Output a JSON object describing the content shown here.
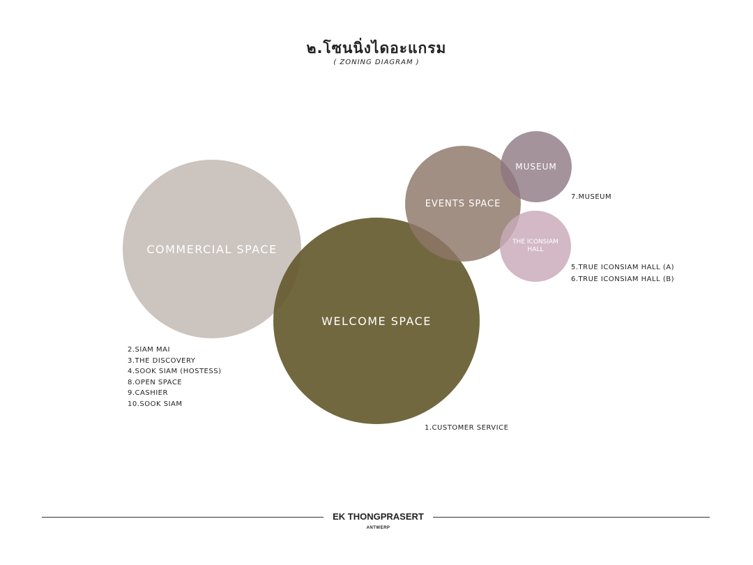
{
  "header": {
    "title": "๒.โซนนิ่งไดอะแกรม",
    "subtitle": "( ZONING DIAGRAM )"
  },
  "zones": {
    "commercial": {
      "label": "COMMERCIAL SPACE",
      "color": "#c4bcb6"
    },
    "welcome": {
      "label": "WELCOME SPACE",
      "color": "#63582a"
    },
    "events": {
      "label": "EVENTS SPACE",
      "color": "#8e7668"
    },
    "museum": {
      "label": "MUSEUM",
      "color": "#8c7480"
    },
    "hall": {
      "label": "THE ICONSIAM HALL",
      "color": "#c8aab8"
    }
  },
  "lists": {
    "commercial": [
      "2.SIAM MAI",
      "3.THE DISCOVERY",
      "4.SOOK SIAM (HOSTESS)",
      "8.OPEN SPACE",
      "9.CASHIER",
      "10.SOOK SIAM"
    ],
    "welcome": [
      "1.CUSTOMER SERVICE"
    ],
    "museum": [
      "7.MUSEUM"
    ],
    "hall": [
      "5.TRUE ICONSIAM HALL (A)",
      "6.TRUE ICONSIAM HALL (B)"
    ]
  },
  "footer": {
    "brand": "EK THONGPRASERT",
    "sub": "ANTWERP"
  }
}
